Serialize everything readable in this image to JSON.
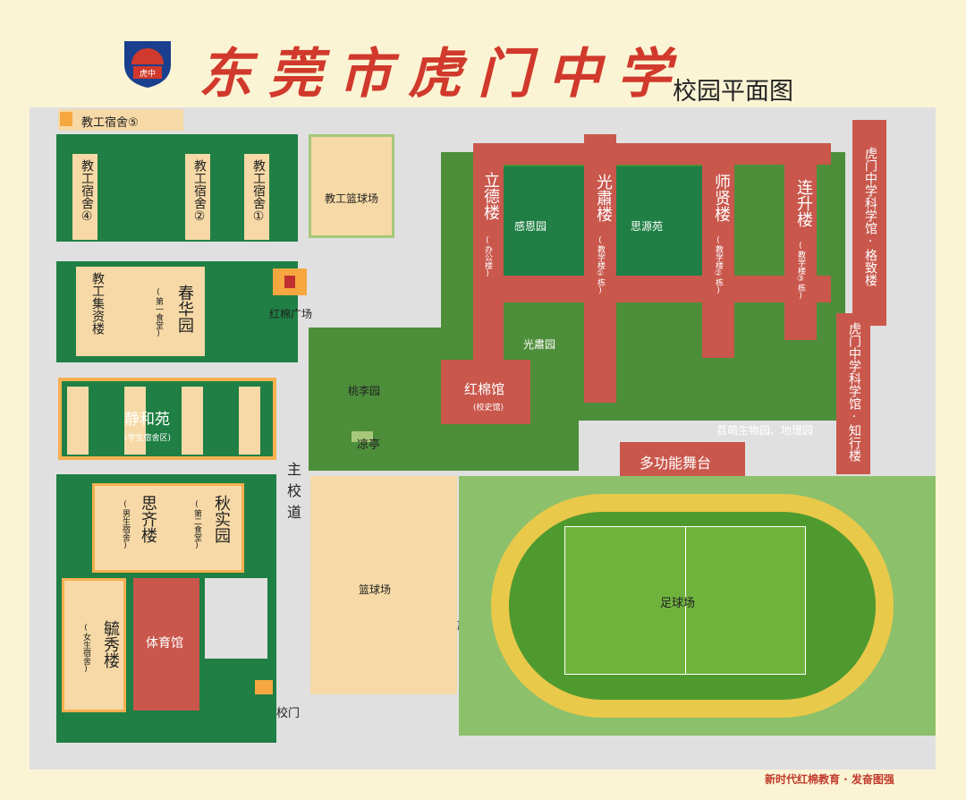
{
  "header": {
    "school_name": "东莞市虎门中学",
    "map_title": "校园平面图",
    "emblem_text": "虎中"
  },
  "footer": {
    "slogan": "新时代红棉教育 · 发奋图强"
  },
  "map": {
    "dorm5": "教工宿舍⑤",
    "dorm4": "教工宿舍④",
    "dorm2": "教工宿舍②",
    "dorm1": "教工宿舍①",
    "staff_bldg": "教工集资楼",
    "chunhua": "春华园",
    "chunhua_sub": "(第一食堂)",
    "hongmian_square": "红棉广场",
    "staff_court": "教工篮球场",
    "jinghe": "静和苑",
    "jinghe_sub": "(学生宿舍区)",
    "siqi": "思齐楼",
    "siqi_sub": "(男生宿舍)",
    "qiushi": "秋实园",
    "qiushi_sub": "(第二食堂)",
    "yuxiu": "毓秀楼",
    "yuxiu_sub": "(女生宿舍)",
    "gym": "体育馆",
    "main_road": "主校道",
    "gate": "校门",
    "basketball": "篮球场",
    "flag": "旗台",
    "football": "足球场",
    "lide": "立德楼",
    "lide_sub": "(办公楼)",
    "guangsu": "光肅楼",
    "guangsu_sub": "(教学楼①栋)",
    "shixian": "师贤楼",
    "shixian_sub": "(教学楼②栋)",
    "liansheng": "连升楼",
    "liansheng_sub": "(教学楼③栋)",
    "ganen": "感恩园",
    "siyuan": "思源苑",
    "guangsu_garden": "光肅园",
    "hongmian_hall": "红棉馆",
    "hongmian_hall_sub": "(校史馆)",
    "taoli": "桃李园",
    "pavilion": "凉亭",
    "lizhi": "荔萌生物园、地理园",
    "stage": "多功能舞台",
    "science_gezhi": "虎门中学科学馆·格致楼",
    "science_zhixing": "虎门中学科学馆·知行楼"
  },
  "colors": {
    "background": "#fbf4d4",
    "building_red": "#c9574c",
    "dark_green": "#1f7f44",
    "lawn_green": "#4d8e3a",
    "peach": "#f6d9a6",
    "road_grey": "#e0e0e0",
    "title_red": "#d0392b"
  }
}
